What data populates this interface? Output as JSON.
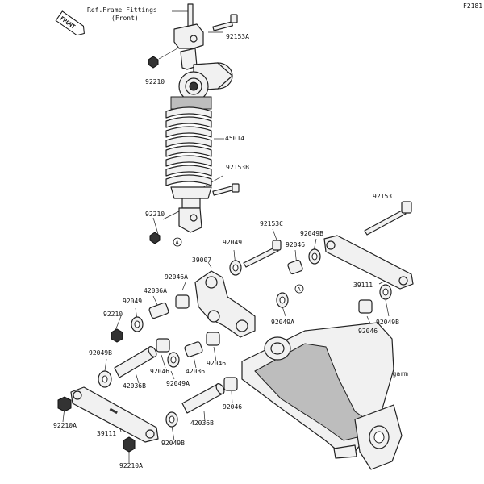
{
  "figure_id": "F2181",
  "ref_frame": "Ref.Frame Fittings",
  "ref_frame_sub": "(Front)",
  "front_badge": "FRONT",
  "ref_swingarm": "Ref.Swingarm",
  "marker_a": "A",
  "labels": {
    "p92153A": "92153A",
    "p92210_top": "92210",
    "p45014": "45014",
    "p92153B": "92153B",
    "p92210_mid": "92210",
    "p92153": "92153",
    "p92153C": "92153C",
    "p92049B_top": "92049B",
    "p92049_top": "92049",
    "p92046_top": "92046",
    "p39007": "39007",
    "p92046A": "92046A",
    "p42036A": "42036A",
    "p92049_left": "92049",
    "p92210_left": "92210",
    "p39111_right": "39111",
    "p92046_right": "92046",
    "p92049B_right": "92049B",
    "p92049A_mid": "92049A",
    "p92049B_left": "92049B",
    "p42036B_left": "42036B",
    "p92046_center": "92046",
    "p42036": "42036",
    "p92049A_low": "92049A",
    "p92046_low": "92046",
    "p92046_bottom": "92046",
    "p42036B_bottom": "42036B",
    "p92210A_left": "92210A",
    "p39111_left": "39111",
    "p92049B_bottom": "92049B",
    "p92210A_bottom": "92210A"
  }
}
